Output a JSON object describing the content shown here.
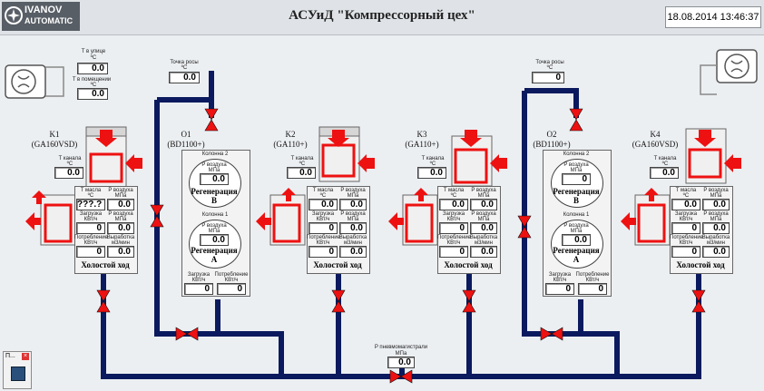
{
  "header": {
    "logo_line1": "IVANOV",
    "logo_line2": "AUTOMATIC",
    "title": "АСУиД \"Компрессорный цех\"",
    "datetime": "18.08.2014 13:46:37"
  },
  "colors": {
    "pipe": "#0b1a5e",
    "accent": "#ee1111",
    "bg": "#eceff2"
  },
  "env": {
    "t_out_label": "T в улице",
    "t_in_label": "T в помещении",
    "unit_c": "ºC",
    "t_out": "0.0",
    "t_in": "0.0"
  },
  "dew1": {
    "label": "Точка росы",
    "unit": "ºC",
    "value": "0.0"
  },
  "dew2": {
    "label": "Точка росы",
    "unit": "ºC",
    "value": "0"
  },
  "main_line": {
    "label": "P пневмомагистрали",
    "unit": "МПа",
    "value": "0.0"
  },
  "labels": {
    "t_channel": "T канала",
    "t_oil": "T масла",
    "p_air": "P воздуха",
    "load": "Загрузка",
    "consumption": "Потребление",
    "output": "Выработка",
    "u_c": "ºC",
    "u_mpa": "МПа",
    "u_kw": "КВт/ч",
    "u_m3": "м3/мин",
    "column1": "Колонна 1",
    "column2": "Колонна 2",
    "regen": "Регенерация",
    "load_unit": "КВт/ч"
  },
  "k1": {
    "name": "K1",
    "model": "(GA160VSD)",
    "t_channel": "0.0",
    "t_oil": "???.?",
    "p_air": "0.0",
    "load": "0",
    "p_air2": "0.0",
    "consumption": "0",
    "output": "0.0",
    "state": "Холостой ход"
  },
  "k2": {
    "name": "K2",
    "model": "(GA110+)",
    "t_channel": "0.0",
    "t_oil": "0.0",
    "p_air": "0.0",
    "load": "0",
    "p_air2": "0.0",
    "consumption": "0",
    "output": "0.0",
    "state": "Холостой ход"
  },
  "k3": {
    "name": "K3",
    "model": "(GA110+)",
    "t_channel": "0.0",
    "t_oil": "0.0",
    "p_air": "0.0",
    "load": "0",
    "p_air2": "0.0",
    "consumption": "0",
    "output": "0.0",
    "state": "Холостой ход"
  },
  "k4": {
    "name": "K4",
    "model": "(GA160VSD)",
    "t_channel": "0.0",
    "t_oil": "0.0",
    "p_air": "0.0",
    "load": "0",
    "p_air2": "0.0",
    "consumption": "0",
    "output": "0.0",
    "state": "Холостой ход"
  },
  "o1": {
    "name": "O1",
    "model": "(BD1100+)",
    "p_col2": "0.0",
    "p_col1": "0.0",
    "letter_top": "B",
    "letter_bottom": "A",
    "load": "0",
    "consumption": "0",
    "load_label": "Загрузка",
    "cons_label": "Потребление"
  },
  "o2": {
    "name": "O2",
    "model": "(BD1100+)",
    "p_col2": "0",
    "p_col1": "0.0",
    "letter_top": "B",
    "letter_bottom": "A",
    "load": "0",
    "consumption": "0",
    "load_label": "Загрузка",
    "cons_label": "Потребление"
  },
  "taskbar": {
    "title": "П..."
  }
}
